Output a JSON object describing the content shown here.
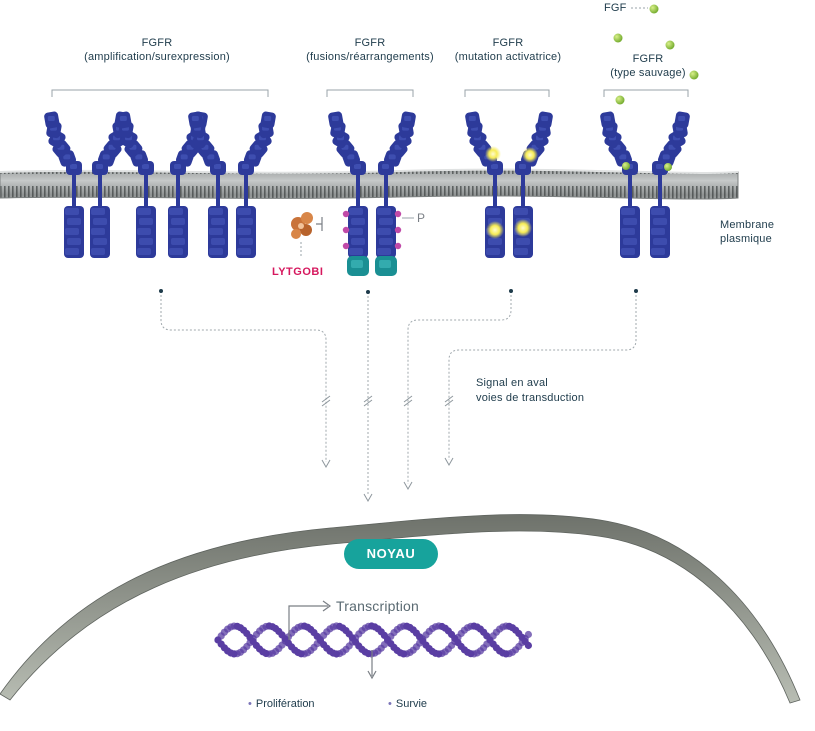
{
  "receptors": [
    {
      "line1": "FGFR",
      "line2": "(amplification/surexpression)"
    },
    {
      "line1": "FGFR",
      "line2": "(fusions/réarrangements)"
    },
    {
      "line1": "FGFR",
      "line2": "(mutation activatrice)"
    },
    {
      "line1": "FGFR",
      "line2": "(type sauvage)"
    }
  ],
  "ligand_label": "FGF",
  "phospho_label": "P",
  "drug_label": "LYTGOBI",
  "membrane_label": [
    "Membrane",
    "plasmique"
  ],
  "signal_label": [
    "Signal en aval",
    "voies de transduction"
  ],
  "nucleus_label": "NOYAU",
  "transcription_label": "Transcription",
  "outcomes": [
    "Prolifération",
    "Survie"
  ],
  "colors": {
    "receptor": "#2d3a9a",
    "receptor_light": "#4a5bc0",
    "kinase_teal": "#1a8f93",
    "ligand": "#8fc63f",
    "activation": "#f5e94a",
    "phospho": "#c04aa8",
    "drug": "#c9733a",
    "membrane": "#9ea3a3",
    "nucleus_badge": "#17a39c",
    "dna": "#5a3ea3",
    "drug_text": "#d6185e"
  }
}
